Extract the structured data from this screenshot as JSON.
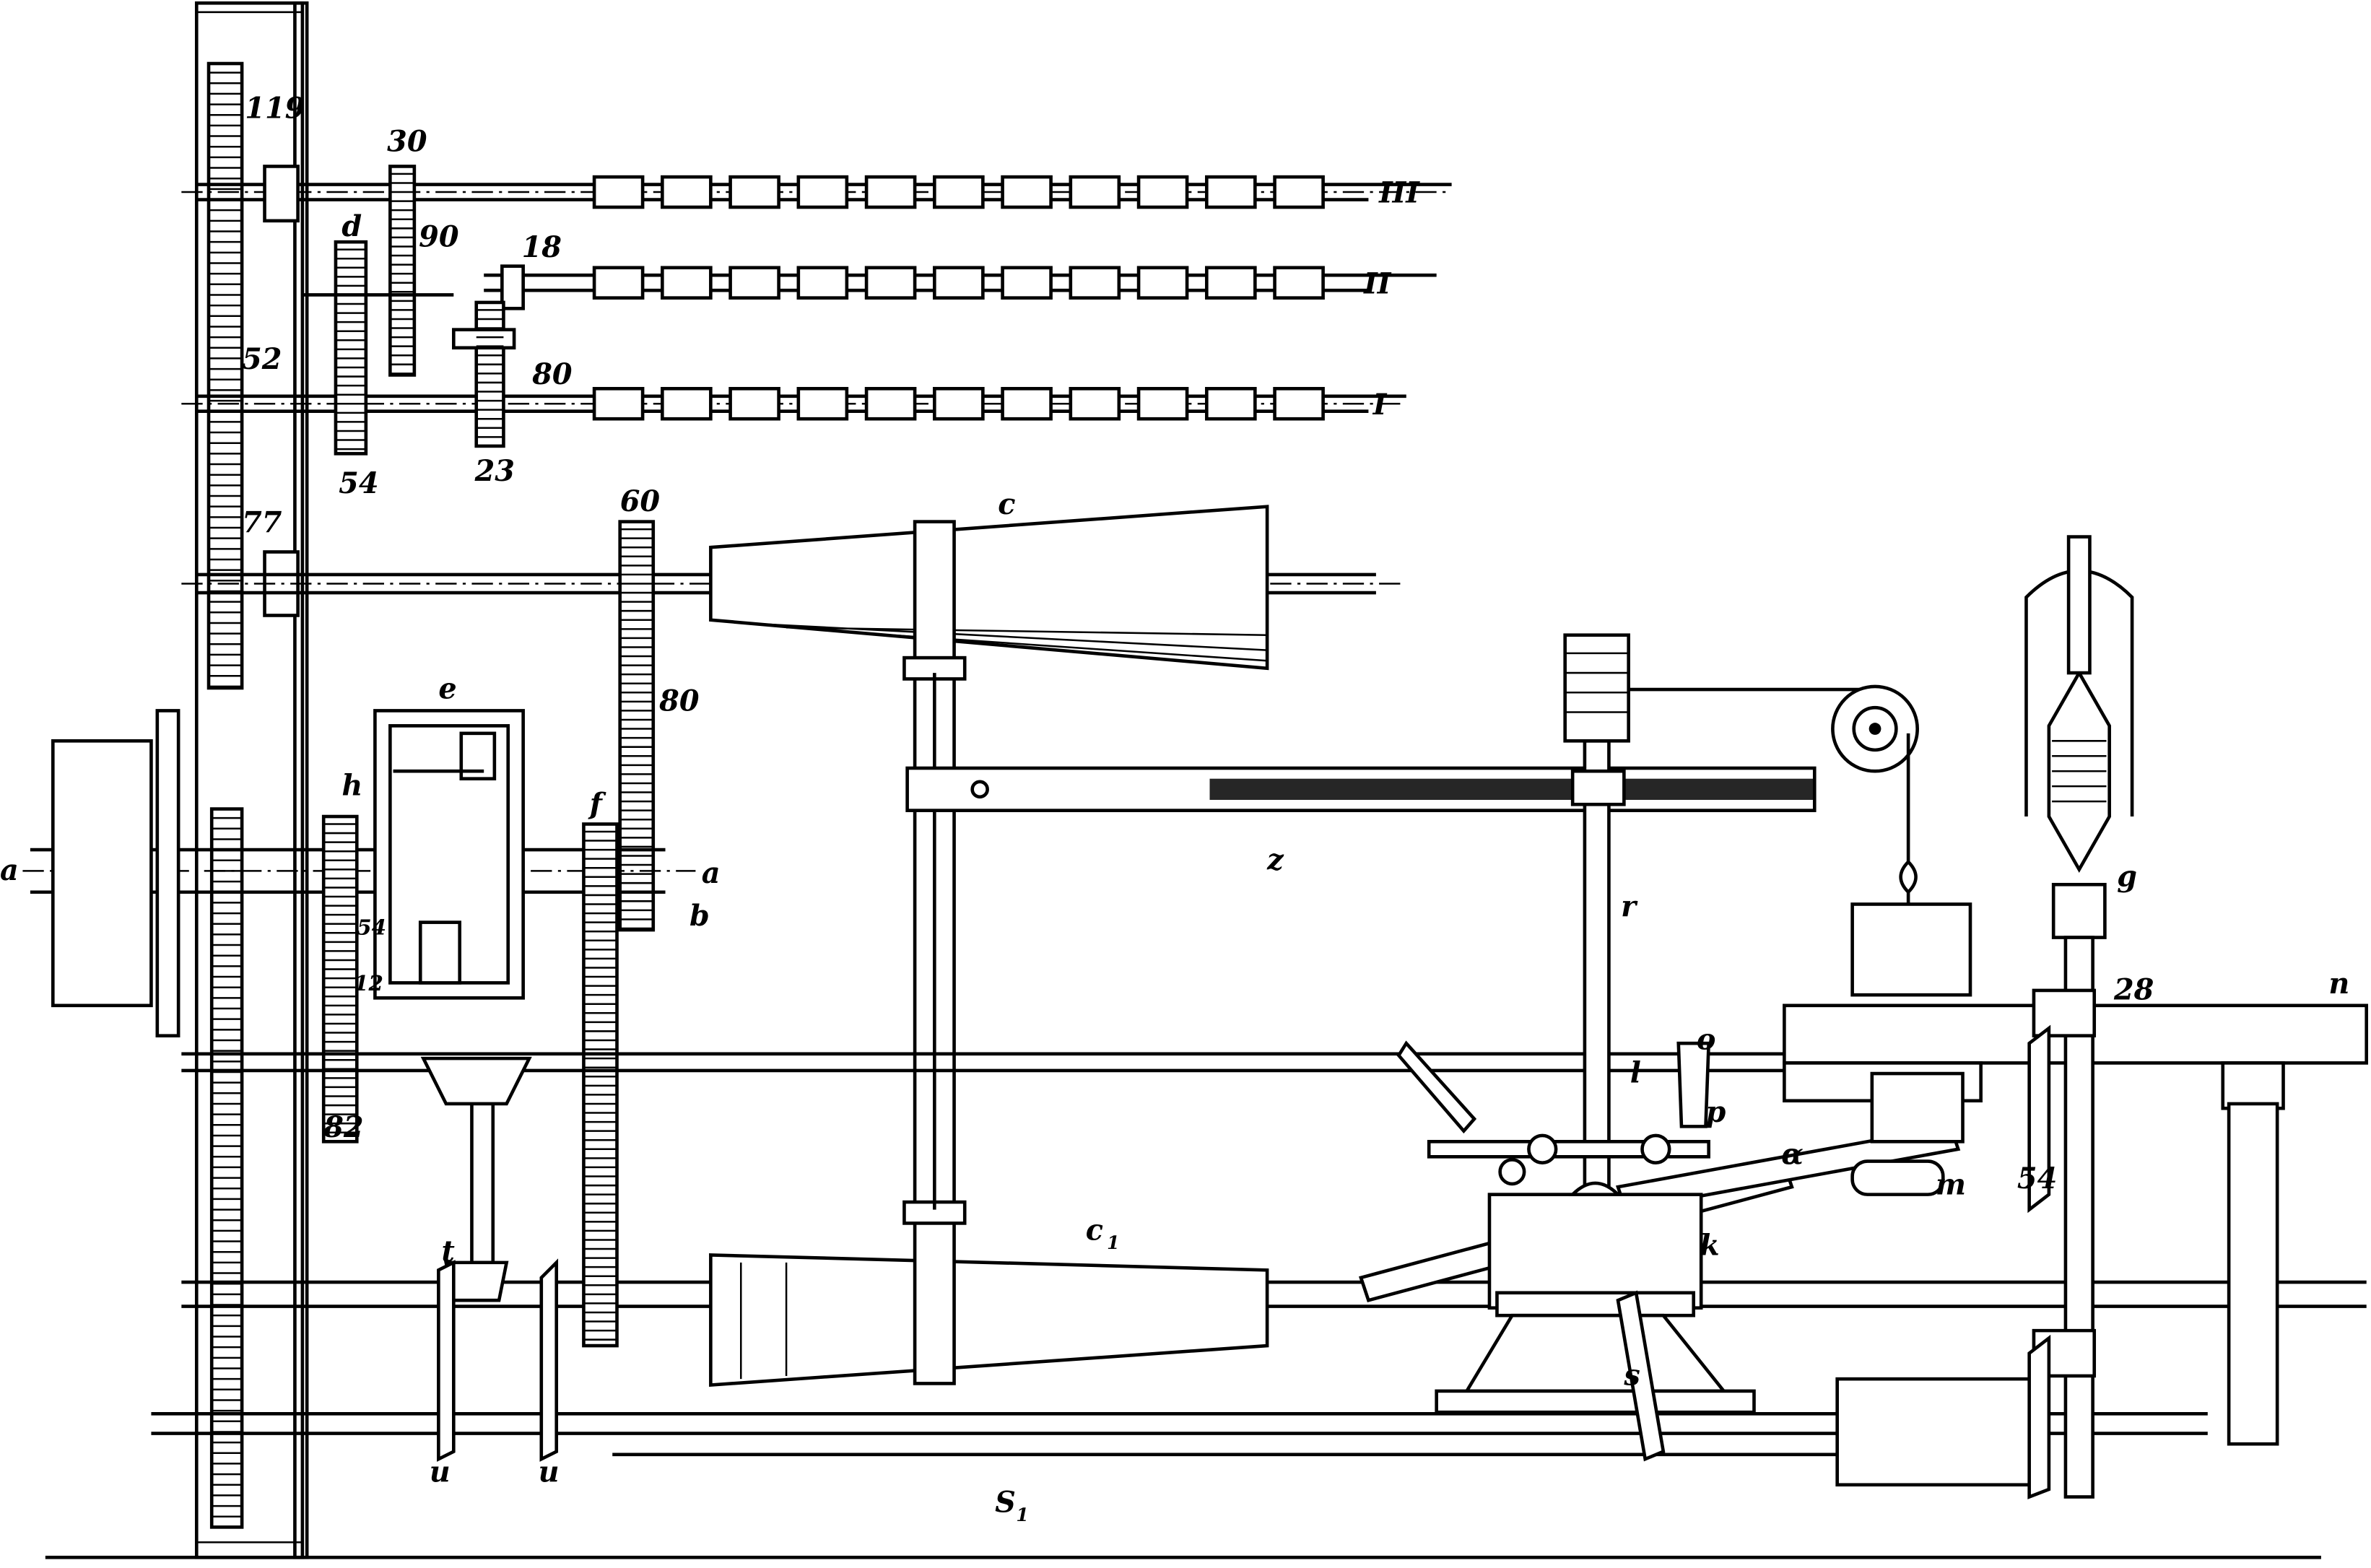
{
  "figure": {
    "description_labels": {
      "gear_119": "119",
      "gear_30": "30",
      "gear_90": "90",
      "gear_d": "d",
      "shaft_III": "III",
      "gear_18": "18",
      "shaft_II": "II",
      "gear_52": "52",
      "gear_80_top": "80",
      "shaft_I": "I",
      "gear_54_top": "54",
      "gear_23": "23",
      "gear_77": "77",
      "gear_60": "60",
      "cone_c": "c",
      "differential_e": "e",
      "gear_80_mid": "80",
      "gear_h": "h",
      "gear_f": "f",
      "shaft_a_left": "a",
      "shaft_a_right": "a",
      "gear_b": "b",
      "rack_z": "z",
      "spindle_r": "r",
      "flyer_g": "g",
      "gear_28": "28",
      "rail_n": "n",
      "gear_54_small": "54",
      "gear_12": "12",
      "gear_82": "82",
      "part_o": "o",
      "lever_l": "l",
      "pawl_p": "p",
      "angle_alpha": "α",
      "part_m": "m",
      "gear_54_right": "54",
      "gear_t": "t",
      "cone_c1": "c",
      "cone_c1_sub": "1",
      "part_k": "k",
      "part_s": "s",
      "bevel_u_left": "u",
      "bevel_u_right": "u",
      "shaft_S": "S",
      "shaft_S_sub": "1"
    }
  }
}
